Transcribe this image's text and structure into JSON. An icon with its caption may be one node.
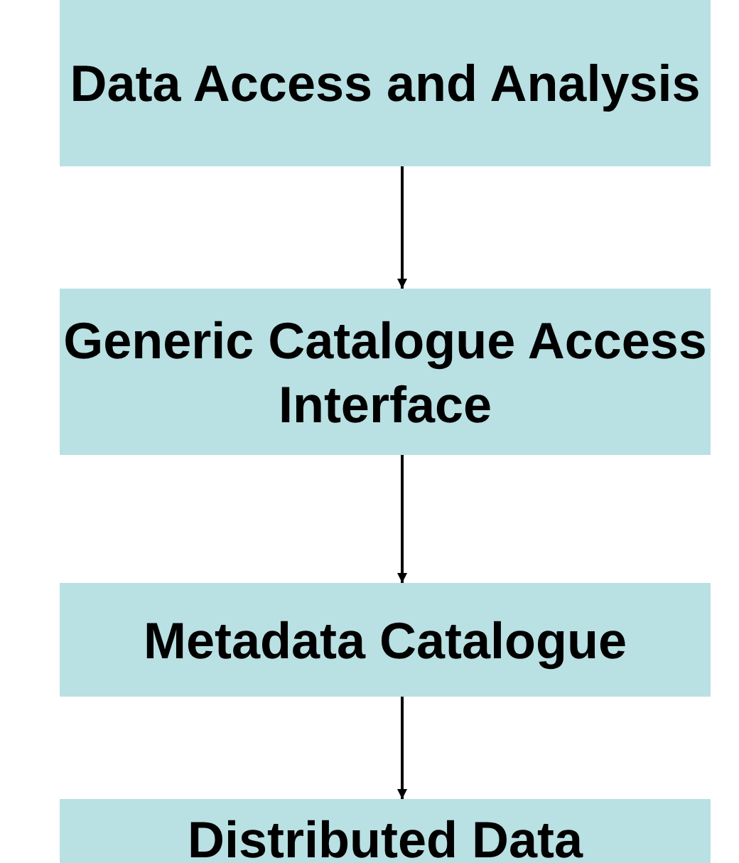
{
  "diagram": {
    "nodes": [
      {
        "text": [
          "Data Access and Analysis"
        ]
      },
      {
        "text": [
          "Generic Catalogue Access Interface"
        ]
      },
      {
        "text": [
          "Metadata Catalogue"
        ]
      },
      {
        "text": [
          "Distributed Data"
        ]
      }
    ],
    "edges": [
      {
        "from": 0,
        "to": 1,
        "arrow": "to"
      },
      {
        "from": 1,
        "to": 2,
        "arrow": "to"
      },
      {
        "from": 2,
        "to": 3,
        "arrow": "to"
      }
    ]
  }
}
